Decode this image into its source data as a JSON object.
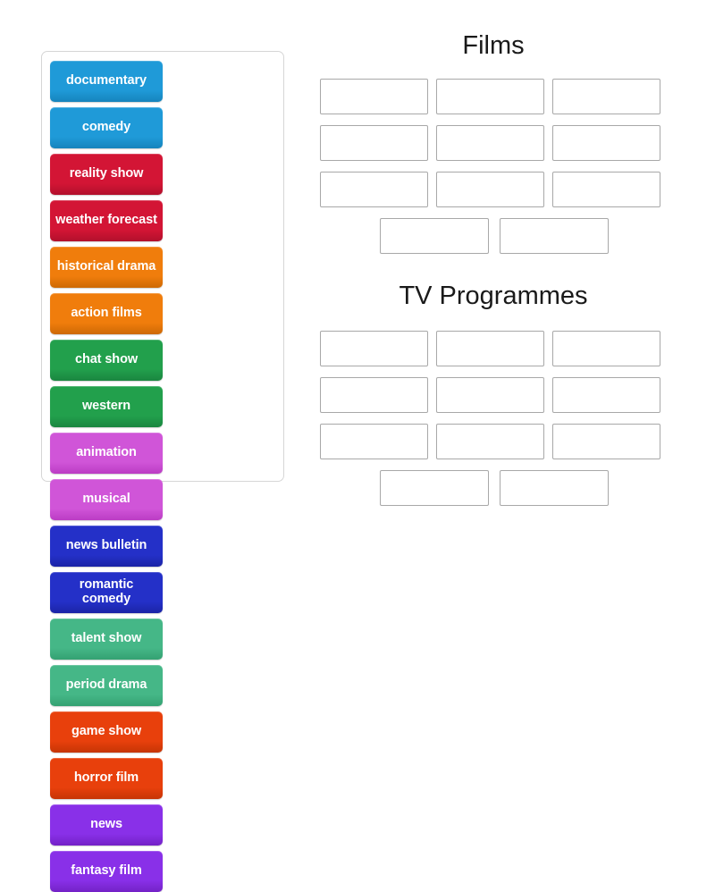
{
  "tray": {
    "name": "draggable-word-tiles",
    "tiles": [
      {
        "label": "documentary",
        "color": "#1f9ad8",
        "shade": "#1684bc"
      },
      {
        "label": "comedy",
        "color": "#1f9ad8",
        "shade": "#1684bc"
      },
      {
        "label": "reality show",
        "color": "#d31535",
        "shade": "#b2102c"
      },
      {
        "label": "weather forecast",
        "color": "#d31535",
        "shade": "#b2102c"
      },
      {
        "label": "historical drama",
        "color": "#f07d0c",
        "shade": "#cd6905"
      },
      {
        "label": "action films",
        "color": "#f07d0c",
        "shade": "#cd6905"
      },
      {
        "label": "chat show",
        "color": "#22a04c",
        "shade": "#1a8640"
      },
      {
        "label": "western",
        "color": "#22a04c",
        "shade": "#1a8640"
      },
      {
        "label": "animation",
        "color": "#d055d8",
        "shade": "#bb3cc4"
      },
      {
        "label": "musical",
        "color": "#d055d8",
        "shade": "#bb3cc4"
      },
      {
        "label": "news bulletin",
        "color": "#2430c8",
        "shade": "#1b24a6"
      },
      {
        "label": "romantic comedy",
        "color": "#2430c8",
        "shade": "#1b24a6"
      },
      {
        "label": "talent show",
        "color": "#45b787",
        "shade": "#34a172"
      },
      {
        "label": "period drama",
        "color": "#45b787",
        "shade": "#34a172"
      },
      {
        "label": "game show",
        "color": "#e8400c",
        "shade": "#c63505"
      },
      {
        "label": "horror film",
        "color": "#e8400c",
        "shade": "#c63505"
      },
      {
        "label": "news",
        "color": "#8930e8",
        "shade": "#7322c6"
      },
      {
        "label": "fantasy film",
        "color": "#8930e8",
        "shade": "#7322c6"
      }
    ]
  },
  "groups": [
    {
      "id": "films",
      "heading": "Films",
      "rows": [
        {
          "centered": false,
          "slots": 3
        },
        {
          "centered": false,
          "slots": 3
        },
        {
          "centered": false,
          "slots": 3
        },
        {
          "centered": true,
          "slots": 2
        }
      ]
    },
    {
      "id": "tv",
      "heading": "TV Programmes",
      "rows": [
        {
          "centered": false,
          "slots": 3
        },
        {
          "centered": false,
          "slots": 3
        },
        {
          "centered": false,
          "slots": 3
        },
        {
          "centered": true,
          "slots": 2
        }
      ]
    }
  ]
}
